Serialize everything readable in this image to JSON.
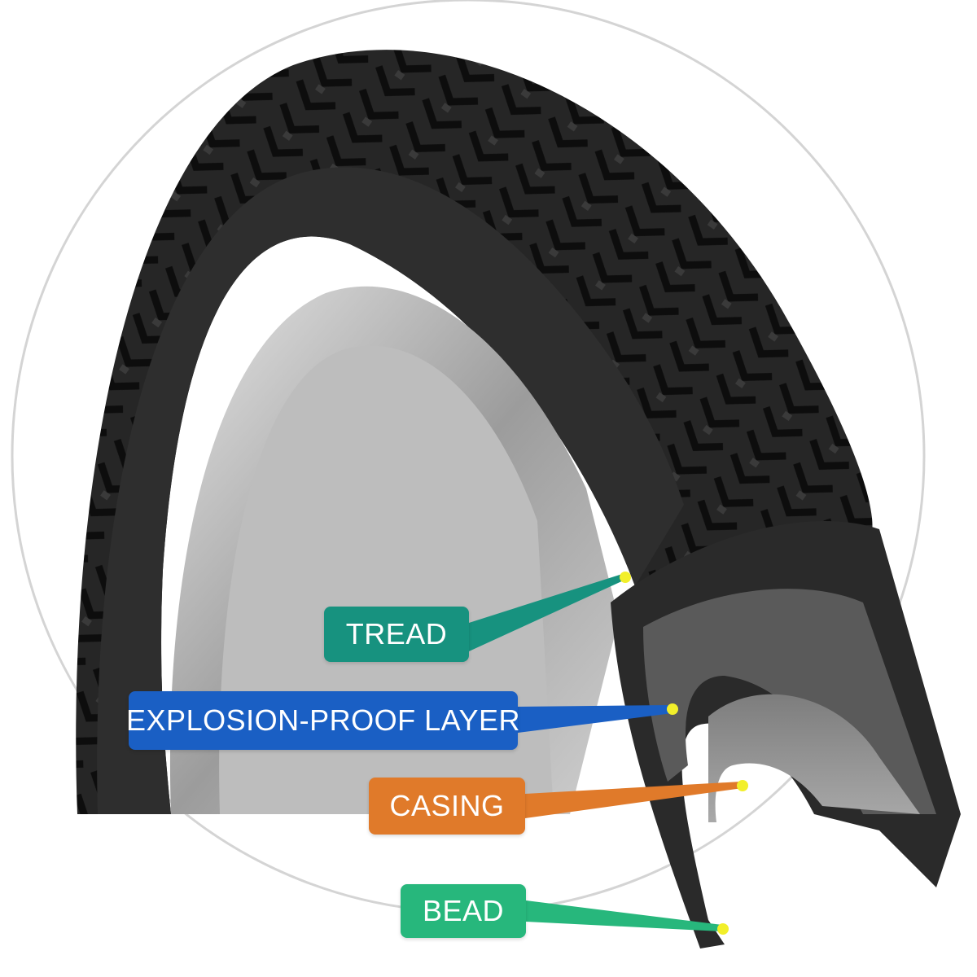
{
  "labels": {
    "tread": "TREAD",
    "explosion_proof_layer": "EXPLOSION-PROOF LAYER",
    "casing": "CASING",
    "bead": "BEAD"
  },
  "colors": {
    "tread": "#17927f",
    "explosion_proof_layer": "#1a5fc4",
    "casing": "#e07a2a",
    "bead": "#27b77c",
    "marker": "#f2ef2a",
    "background": "#ffffff",
    "rubber": "#1f1f1f",
    "rim": "#b5b5b5"
  }
}
